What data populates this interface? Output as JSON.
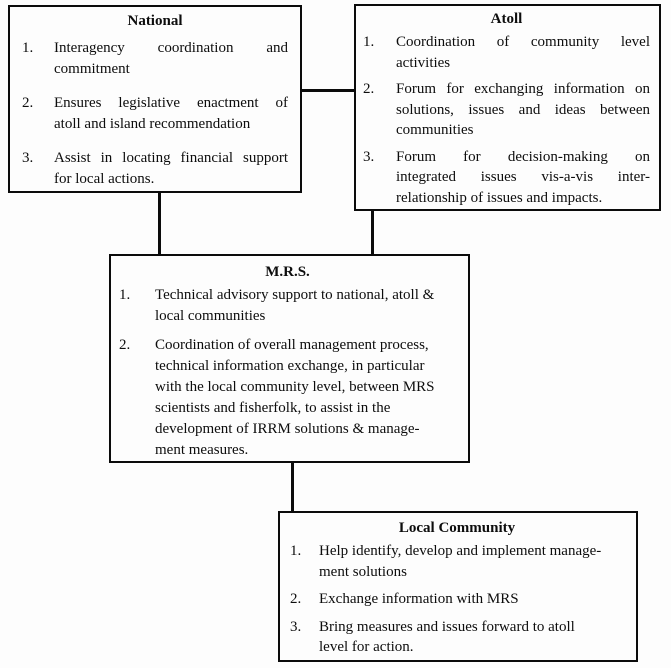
{
  "diagram": {
    "colors": {
      "line": "#0b0b0b",
      "background": "#fdfdfd",
      "text": "#0d0d0d"
    },
    "boxes": {
      "national": {
        "title": "National",
        "items": [
          {
            "num": "1.",
            "lines": [
              "Interagency coordination and",
              "commitment"
            ]
          },
          {
            "num": "2.",
            "lines": [
              "Ensures legislative enactment of",
              "atoll and island recommendation"
            ]
          },
          {
            "num": "3.",
            "lines": [
              "Assist in locating financial support",
              "for local actions."
            ]
          }
        ]
      },
      "atoll": {
        "title": "Atoll",
        "items": [
          {
            "num": "1.",
            "lines": [
              "Coordination of community level",
              "activities"
            ]
          },
          {
            "num": "2.",
            "lines": [
              "Forum for exchanging information on",
              "solutions, issues and ideas between",
              "communities"
            ]
          },
          {
            "num": "3.",
            "lines": [
              "Forum for decision-making on",
              "integrated issues vis-a-vis inter-",
              "relationship of issues and impacts."
            ]
          }
        ]
      },
      "mrs": {
        "title": "M.R.S.",
        "items": [
          {
            "num": "1.",
            "lines": [
              "Technical advisory support to national, atoll &",
              "local communities"
            ]
          },
          {
            "num": "2.",
            "lines": [
              "Coordination of overall management process,",
              "technical information exchange, in particular",
              "with the local community level, between MRS",
              "scientists and fisherfolk, to assist in the",
              "development of IRRM solutions & manage-",
              "ment measures."
            ]
          }
        ]
      },
      "local_community": {
        "title": "Local Community",
        "items": [
          {
            "num": "1.",
            "lines": [
              "Help identify, develop and implement manage-",
              "ment solutions"
            ]
          },
          {
            "num": "2.",
            "lines": [
              "Exchange information with MRS"
            ]
          },
          {
            "num": "3.",
            "lines": [
              "Bring measures and issues forward to atoll",
              "level for action."
            ]
          }
        ]
      }
    }
  }
}
